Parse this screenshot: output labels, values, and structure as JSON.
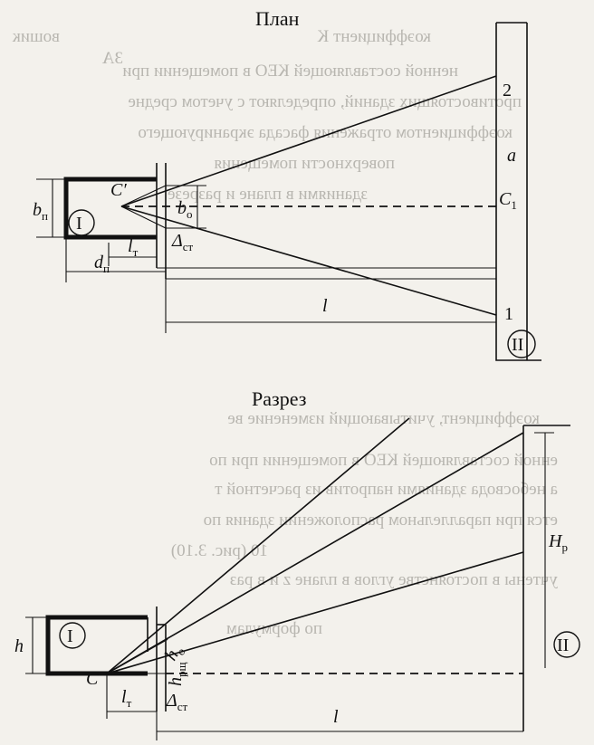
{
  "bleed_lines": [
    "коэффициент  К",
    "ЗА",
    "вошик",
    "ненной составляющей КЕО в помещении при",
    "противостоящих зданий, определяют с учетом средне",
    "коэффициентом отражения фасада экранирующего",
    "поверхности помещения",
    "зданиями в плане и разрезе",
    "коэффициент, учитывающий изменение ве",
    "енной составляющей КЕО в помещении при по",
    "а небосвода зданиями напротив из расчетной т",
    "ется при параллельном расположении здания по",
    "10 (рис. 3.10)",
    "учтены в постоянстве углов в плане z и в раз",
    "по формулам"
  ],
  "plan": {
    "title": "План",
    "labels": {
      "C_prime": "C′",
      "b_p": "b",
      "b_p_sub": "п",
      "room": "I",
      "b_o": "b",
      "b_o_sub": "o",
      "delta_st": "Δ",
      "delta_st_sub": "ст",
      "l_t": "l",
      "l_t_sub": "т",
      "d_p": "d",
      "d_p_sub": "п",
      "l": "l",
      "a": "a",
      "C1": "C",
      "C1_sub": "1",
      "pt1": "1",
      "pt2": "2",
      "building": "II"
    }
  },
  "section": {
    "title": "Разрез",
    "labels": {
      "h": "h",
      "room": "I",
      "h_o": "h",
      "h_o_sub": "o",
      "h_rsh": "h",
      "h_rsh_sub": "рщ",
      "C": "C",
      "l_t": "l",
      "l_t_sub": "т",
      "delta_st": "Δ",
      "delta_st_sub": "ст",
      "l": "l",
      "H_p": "H",
      "H_p_sub": "р",
      "building": "II"
    }
  }
}
